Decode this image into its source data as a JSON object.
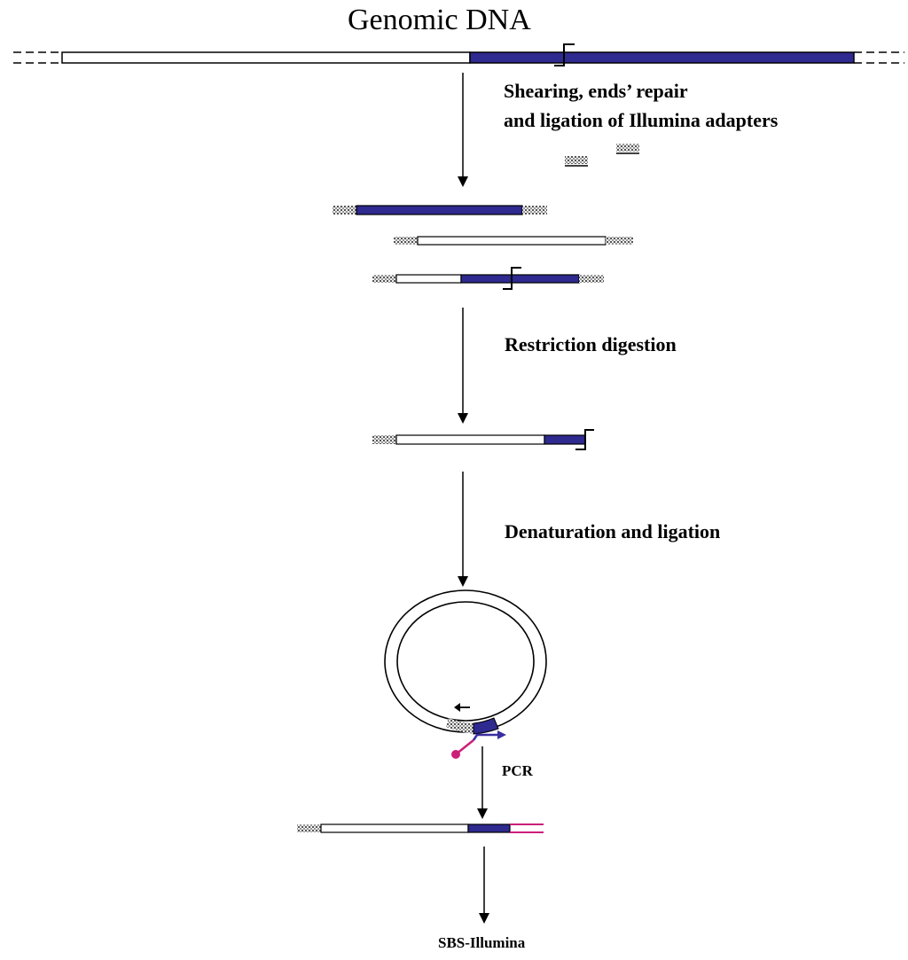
{
  "title": "Genomic DNA",
  "steps": {
    "shearing_line1": "Shearing, ends’ repair",
    "shearing_line2": "and ligation of Illumina adapters",
    "restriction": "Restriction digestion",
    "denaturation": "Denaturation and ligation",
    "pcr": "PCR",
    "sequencing": "SBS-Illumina"
  },
  "colors": {
    "target_region": "#2e2a8f",
    "adapter": "#9a9a9a",
    "primer_magenta": "#cc1f7a",
    "primer_blue": "#3a2fa0",
    "dna_strand": "#000000"
  },
  "icons": {
    "restriction_site": "stepped-cut-icon",
    "process_arrow": "down-arrow-icon",
    "circular_template": "circle-icon"
  }
}
